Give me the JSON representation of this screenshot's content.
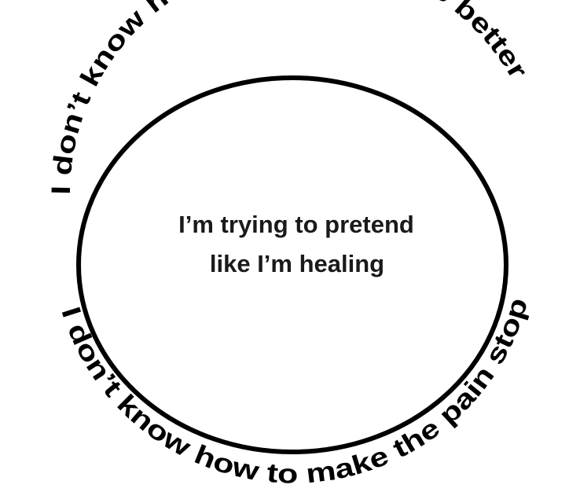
{
  "ring": {
    "top_text": "I don’t know how to make things better",
    "bottom_text": "I don’t know how to make the pain stop"
  },
  "center": {
    "line1": "I’m trying to pretend",
    "line2": "like I’m healing"
  },
  "colors": {
    "background": "#ffffff",
    "stroke": "#000000",
    "center_text": "#1a1a1a"
  }
}
